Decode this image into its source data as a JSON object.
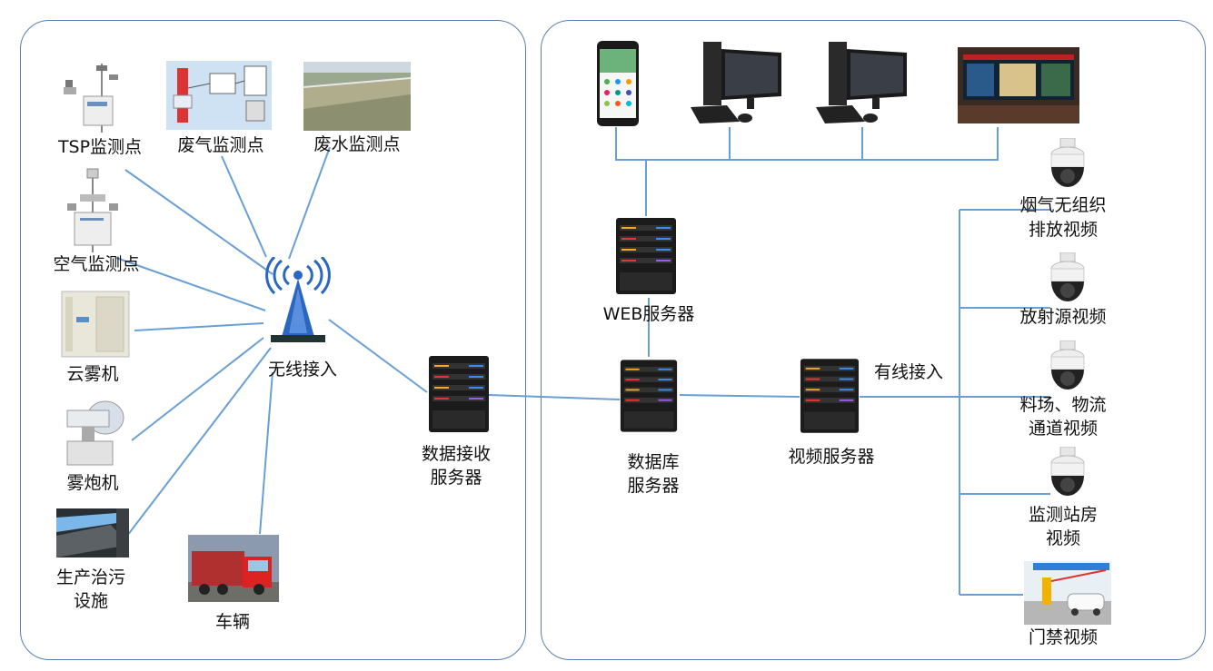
{
  "left_panel": {
    "sources": {
      "tsp": "TSP监测点",
      "waste_gas": "废气监测点",
      "waste_water": "废水监测点",
      "air": "空气监测点",
      "cloud_fog": "云雾机",
      "fog_cannon": "雾炮机",
      "production": [
        "生产治污",
        "设施"
      ],
      "vehicle": "车辆"
    },
    "wireless": "无线接入"
  },
  "servers": {
    "receive": [
      "数据接收",
      "服务器"
    ],
    "database": [
      "数据库",
      "服务器"
    ],
    "web": "WEB服务器",
    "video": "视频服务器",
    "wired": "有线接入"
  },
  "cameras": {
    "smoke": [
      "烟气无组织",
      "排放视频"
    ],
    "radiation": "放射源视频",
    "yard": [
      "料场、物流",
      "通道视频"
    ],
    "station": [
      "监测站房",
      "视频"
    ],
    "gate": "门禁视频"
  },
  "colors": {
    "line": "#6a9fd3",
    "border": "#5b7fb0"
  }
}
